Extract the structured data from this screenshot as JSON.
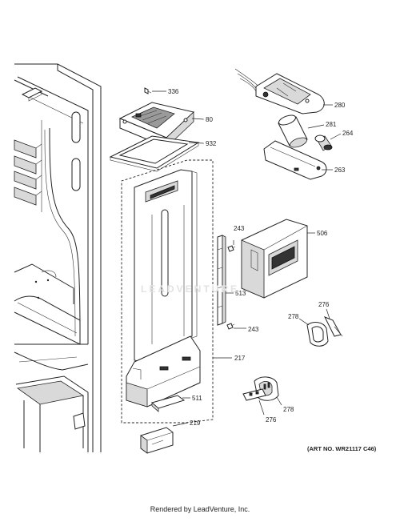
{
  "parts": [
    {
      "id": "part-336",
      "label": "336"
    },
    {
      "id": "part-80",
      "label": "80"
    },
    {
      "id": "part-932",
      "label": "932"
    },
    {
      "id": "part-280",
      "label": "280"
    },
    {
      "id": "part-281",
      "label": "281"
    },
    {
      "id": "part-264",
      "label": "264"
    },
    {
      "id": "part-263",
      "label": "263"
    },
    {
      "id": "part-243a",
      "label": "243"
    },
    {
      "id": "part-506",
      "label": "506"
    },
    {
      "id": "part-513",
      "label": "513"
    },
    {
      "id": "part-243b",
      "label": "243"
    },
    {
      "id": "part-276a",
      "label": "276"
    },
    {
      "id": "part-278a",
      "label": "278"
    },
    {
      "id": "part-217",
      "label": "217"
    },
    {
      "id": "part-511",
      "label": "511"
    },
    {
      "id": "part-219",
      "label": "219"
    },
    {
      "id": "part-278b",
      "label": "278"
    },
    {
      "id": "part-276b",
      "label": "276"
    }
  ],
  "art_number": "(ART NO. WR21117 C46)",
  "footer": "Rendered by LeadVenture, Inc.",
  "watermark": "LEADVENTURE"
}
